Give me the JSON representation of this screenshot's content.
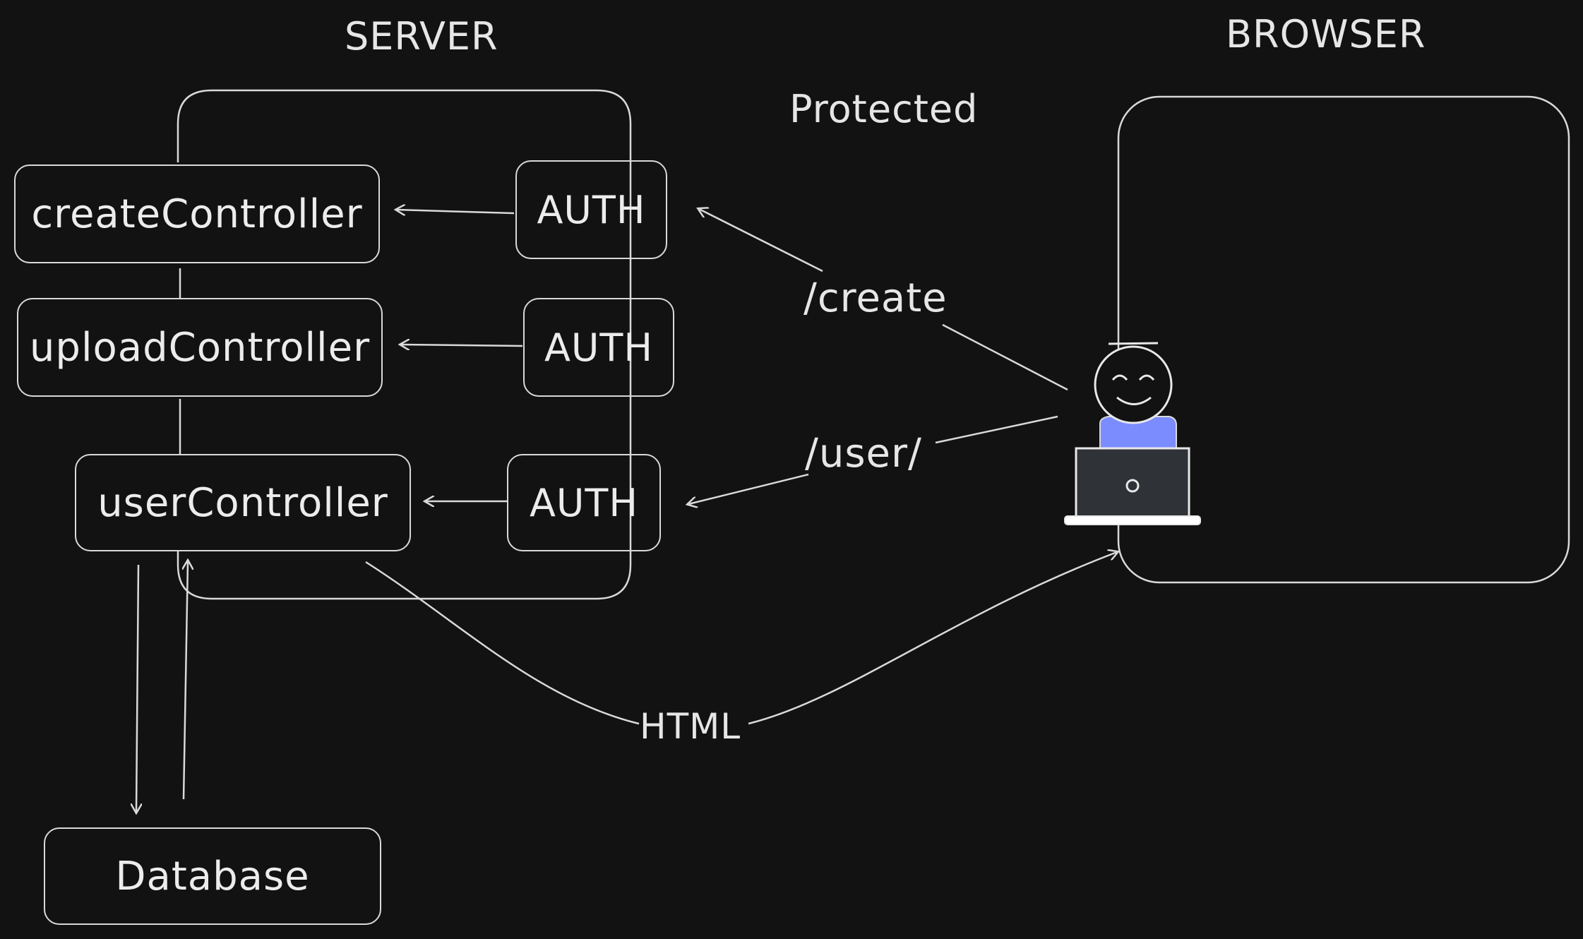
{
  "headings": {
    "server": "SERVER",
    "browser": "BROWSER",
    "protected": "Protected"
  },
  "controllers": {
    "create": "createController",
    "upload": "uploadController",
    "user": "userController"
  },
  "auth": {
    "a1": "AUTH",
    "a2": "AUTH",
    "a3": "AUTH"
  },
  "database": "Database",
  "routes": {
    "create": "/create",
    "user": "/user/",
    "html": "HTML"
  },
  "icons": {
    "user": "person-with-laptop-icon"
  },
  "colors": {
    "background": "#121212",
    "stroke": "#d9d9d9",
    "shirt": "#7b8cff",
    "laptop": "#2f3236"
  }
}
